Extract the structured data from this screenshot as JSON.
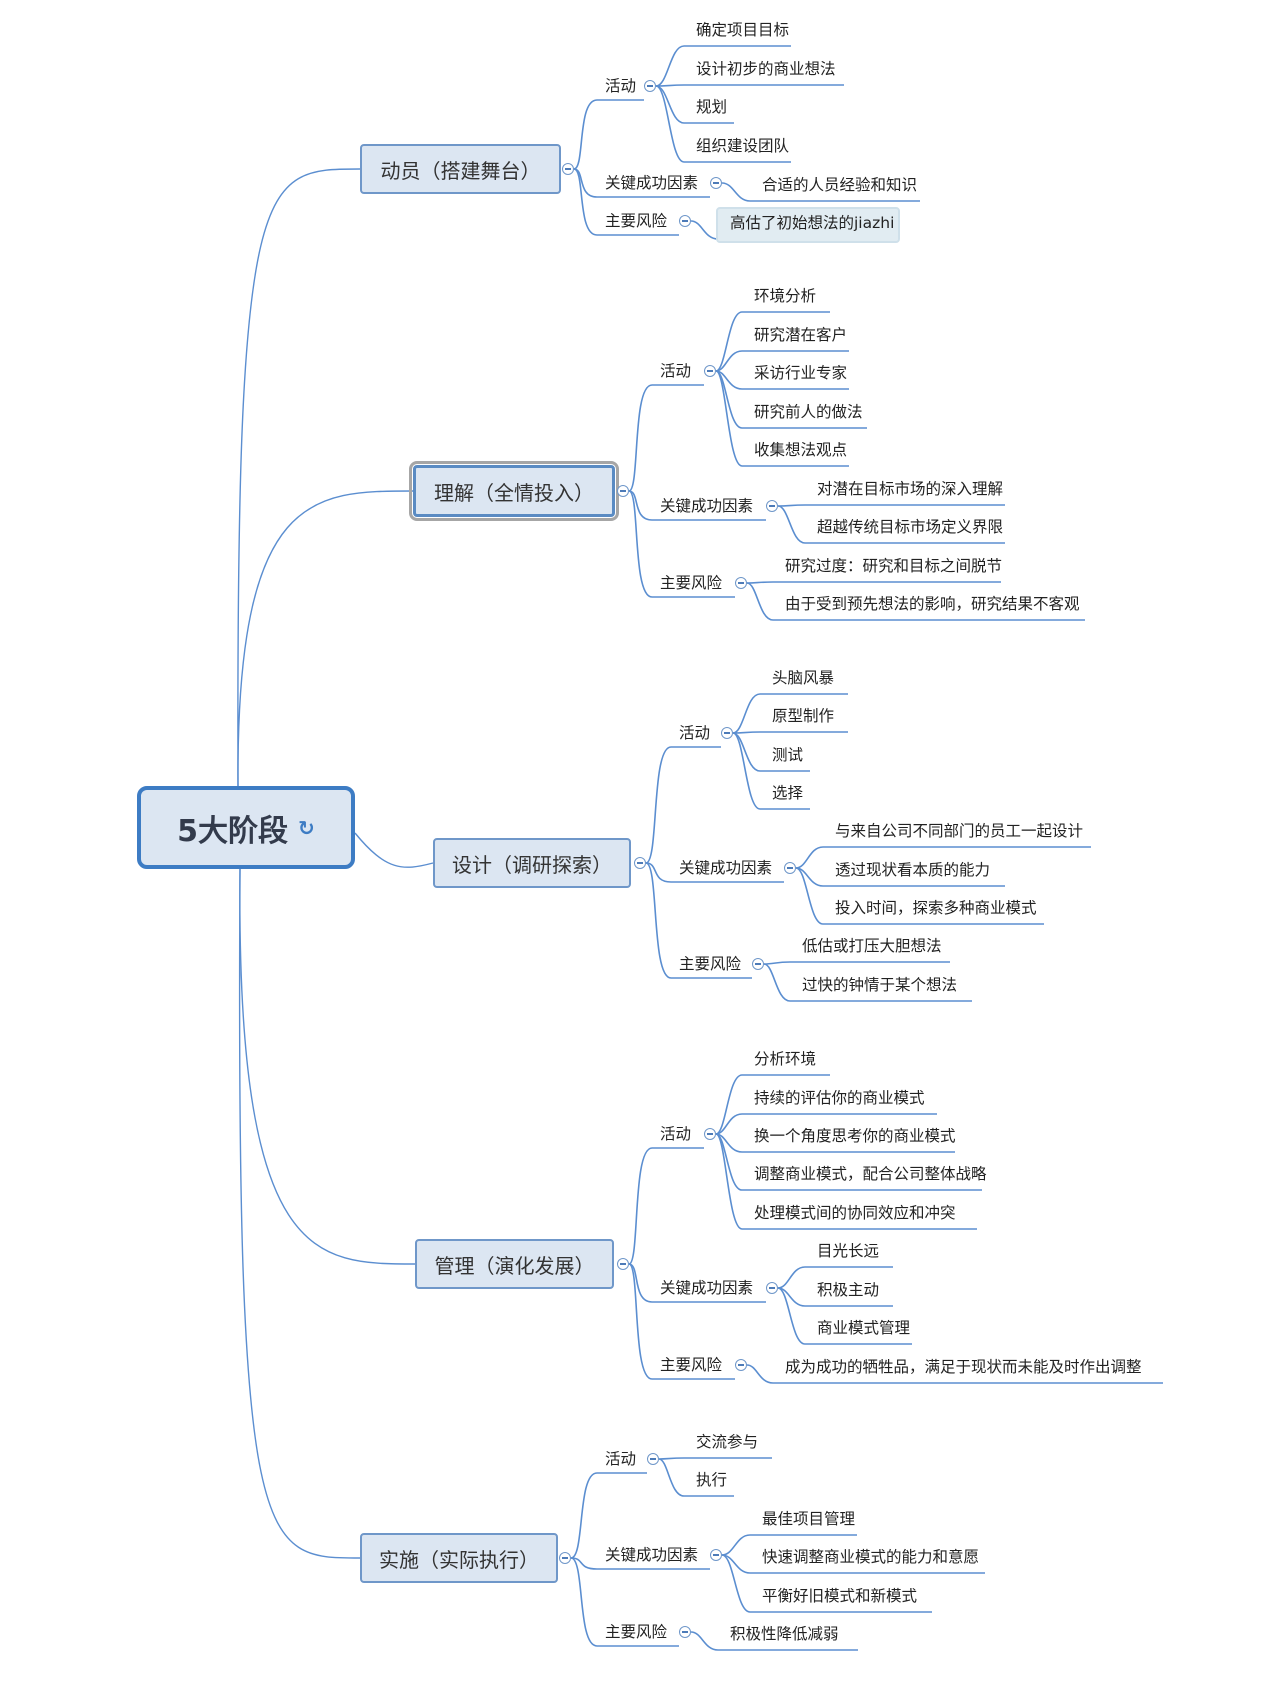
{
  "central": {
    "label": "5大阶段",
    "icon": "link-icon"
  },
  "colors": {
    "line": "#5b8ed0",
    "node_fill": "#dce6f2",
    "node_border": "#6f97c9"
  },
  "stages": [
    {
      "label": "动员（搭建舞台）",
      "groups": [
        {
          "label": "活动",
          "items": [
            "确定项目目标",
            "设计初步的商业想法",
            "规划",
            "组织建设团队"
          ]
        },
        {
          "label": "关键成功因素",
          "items": [
            "合适的人员经验和知识"
          ]
        },
        {
          "label": "主要风险",
          "items": [
            "高估了初始想法的jiazhi"
          ]
        }
      ]
    },
    {
      "label": "理解（全情投入）",
      "groups": [
        {
          "label": "活动",
          "items": [
            "环境分析",
            "研究潜在客户",
            "采访行业专家",
            "研究前人的做法",
            "收集想法观点"
          ]
        },
        {
          "label": "关键成功因素",
          "items": [
            "对潜在目标市场的深入理解",
            "超越传统目标市场定义界限"
          ]
        },
        {
          "label": "主要风险",
          "items": [
            "研究过度：研究和目标之间脱节",
            "由于受到预先想法的影响，研究结果不客观"
          ]
        }
      ]
    },
    {
      "label": "设计（调研探索）",
      "groups": [
        {
          "label": "活动",
          "items": [
            "头脑风暴",
            "原型制作",
            "测试",
            "选择"
          ]
        },
        {
          "label": "关键成功因素",
          "items": [
            "与来自公司不同部门的员工一起设计",
            "透过现状看本质的能力",
            "投入时间，探索多种商业模式"
          ]
        },
        {
          "label": "主要风险",
          "items": [
            "低估或打压大胆想法",
            "过快的钟情于某个想法"
          ]
        }
      ]
    },
    {
      "label": "管理（演化发展）",
      "groups": [
        {
          "label": "活动",
          "items": [
            "分析环境",
            "持续的评估你的商业模式",
            "换一个角度思考你的商业模式",
            "调整商业模式，配合公司整体战略",
            "处理模式间的协同效应和冲突"
          ]
        },
        {
          "label": "关键成功因素",
          "items": [
            "目光长远",
            "积极主动",
            "商业模式管理"
          ]
        },
        {
          "label": "主要风险",
          "items": [
            "成为成功的牺牲品，满足于现状而未能及时作出调整"
          ]
        }
      ]
    },
    {
      "label": "实施（实际执行）",
      "groups": [
        {
          "label": "活动",
          "items": [
            "交流参与",
            "执行"
          ]
        },
        {
          "label": "关键成功因素",
          "items": [
            "最佳项目管理",
            "快速调整商业模式的能力和意愿",
            "平衡好旧模式和新模式"
          ]
        },
        {
          "label": "主要风险",
          "items": [
            "积极性降低减弱"
          ]
        }
      ]
    }
  ]
}
